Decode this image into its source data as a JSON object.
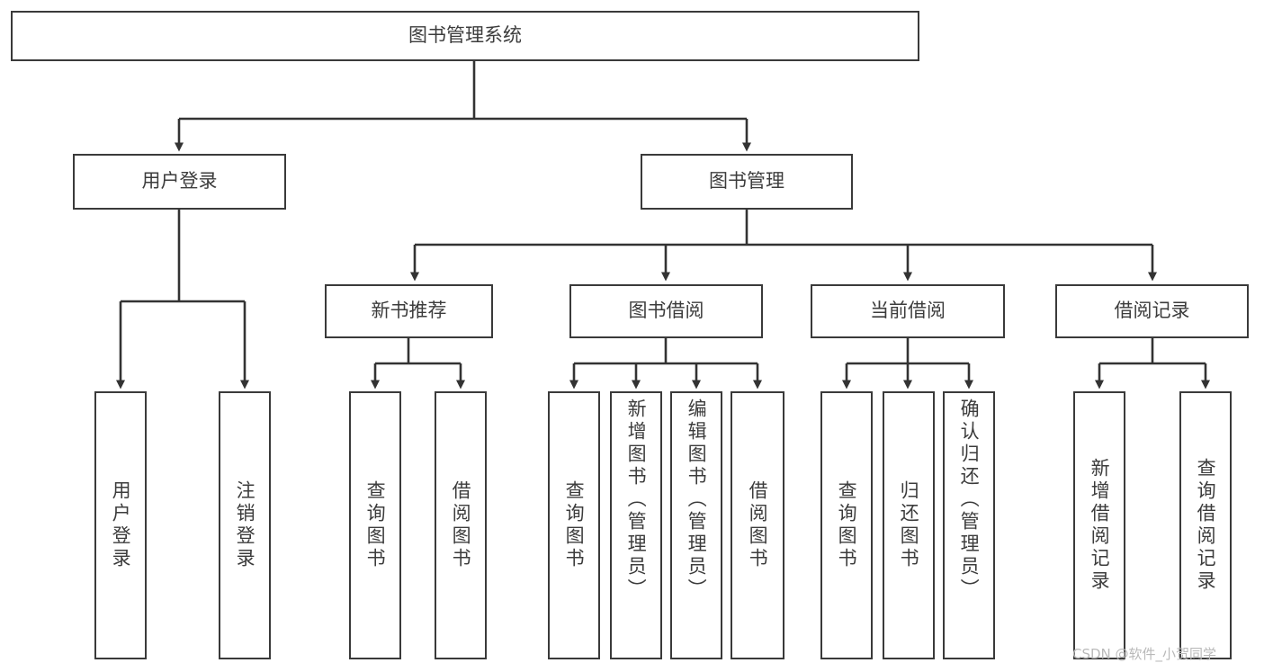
{
  "diagram": {
    "title": "图书管理系统",
    "type": "tree-hierarchy-chart",
    "orientation": "top-down",
    "colors": {
      "box_border": "#3a3a3a",
      "box_fill": "#ffffff",
      "text": "#3c3c3c",
      "connector": "#333333",
      "watermark": "#b9b9b9",
      "background": "#ffffff"
    }
  },
  "root": {
    "label": "图书管理系统"
  },
  "level2": [
    {
      "label": "用户登录"
    },
    {
      "label": "图书管理"
    }
  ],
  "level3": [
    {
      "label": "新书推荐"
    },
    {
      "label": "图书借阅"
    },
    {
      "label": "当前借阅"
    },
    {
      "label": "借阅记录"
    }
  ],
  "leaves": {
    "user_login": [
      {
        "label": "用户登录"
      },
      {
        "label": "注销登录"
      }
    ],
    "new_book_recommend": [
      {
        "label": "查询图书"
      },
      {
        "label": "借阅图书"
      }
    ],
    "book_borrow": [
      {
        "label": "查询图书"
      },
      {
        "label": "新增图书（管理员）"
      },
      {
        "label": "编辑图书（管理员）"
      },
      {
        "label": "借阅图书"
      }
    ],
    "current_borrow": [
      {
        "label": "查询图书"
      },
      {
        "label": "归还图书"
      },
      {
        "label": "确认归还（管理员）"
      }
    ],
    "borrow_record": [
      {
        "label": "新增借阅记录"
      },
      {
        "label": "查询借阅记录"
      }
    ]
  },
  "watermark": {
    "text": "CSDN @软件_小贺同学"
  }
}
